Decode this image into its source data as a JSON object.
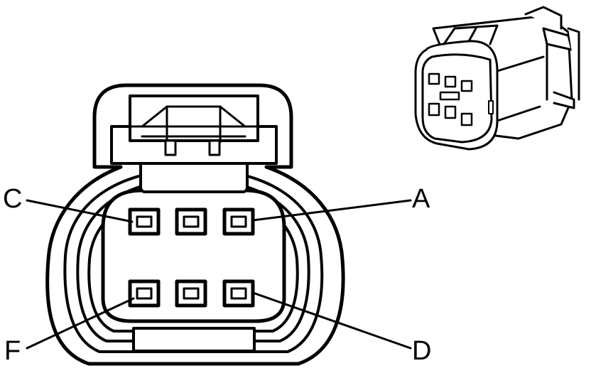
{
  "connector_face": {
    "pin_labels": {
      "a": "A",
      "c": "C",
      "d": "D",
      "f": "F"
    }
  },
  "colors": {
    "stroke": "#000000",
    "fill": "#ffffff"
  }
}
